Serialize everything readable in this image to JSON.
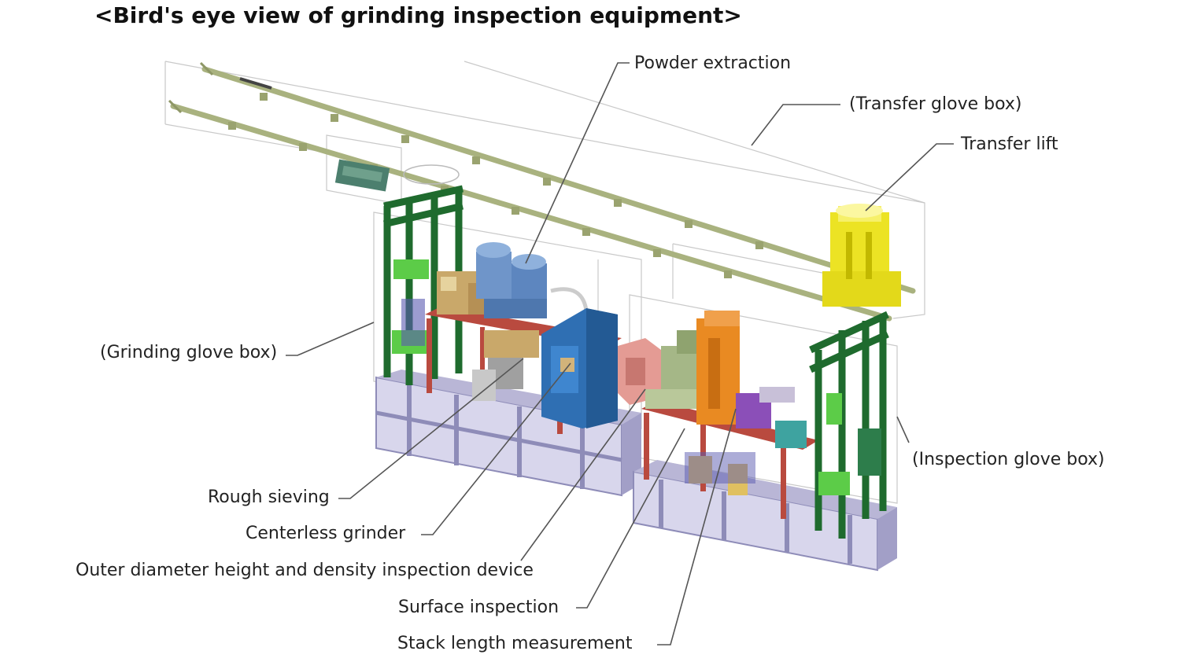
{
  "title": "<Bird's eye view of grinding inspection equipment>",
  "labels": {
    "powder_extraction": "Powder extraction",
    "transfer_glove_box": "(Transfer glove box)",
    "transfer_lift": "Transfer lift",
    "grinding_glove_box": "(Grinding glove box)",
    "inspection_glove_box": "(Inspection glove box)",
    "rough_sieving": "Rough sieving",
    "centerless_grinder": "Centerless grinder",
    "outer_diameter": "Outer diameter height and density inspection device",
    "surface_inspection": "Surface inspection",
    "stack_length": "Stack length measurement"
  },
  "colors": {
    "rail": "#a9b27f",
    "frame_green": "#1f6b2e",
    "base": "#b9b6d6",
    "red_table": "#b94a3f",
    "blue_machine": "#2f6fb3",
    "lift_yellow": "#ece324",
    "orange": "#e98a22",
    "pink": "#e49b94",
    "light_green": "#5ccc48",
    "purple": "#8b4fb8",
    "teal": "#3ea3a0"
  }
}
